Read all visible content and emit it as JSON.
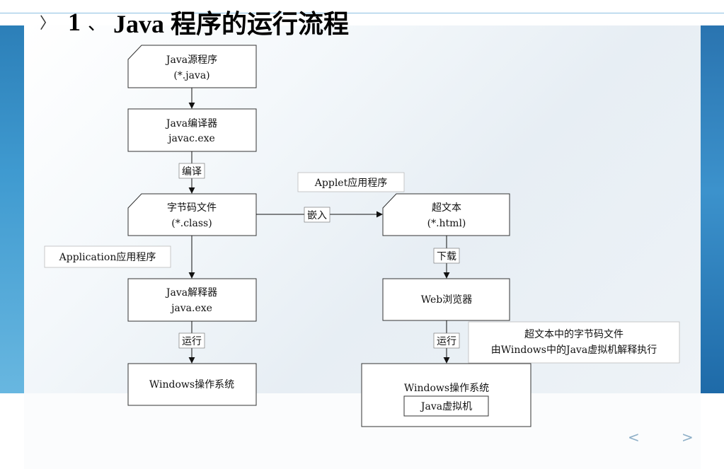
{
  "title": {
    "number": "1",
    "separator": "、",
    "text": "Java 程序的运行流程"
  },
  "nodes": {
    "source": {
      "line1": "Java源程序",
      "line2": "(*.java)"
    },
    "compiler": {
      "line1": "Java编译器",
      "line2": "javac.exe"
    },
    "bytecode": {
      "line1": "字节码文件",
      "line2": "(*.class)"
    },
    "interpreter": {
      "line1": "Java解释器",
      "line2": "java.exe"
    },
    "os_left": {
      "line1": "Windows操作系统"
    },
    "hypertext": {
      "line1": "超文本",
      "line2": "(*.html)"
    },
    "browser": {
      "line1": "Web浏览器"
    },
    "os_right": {
      "line1": "Windows操作系统",
      "inner": "Java虚拟机"
    }
  },
  "edge_labels": {
    "compile": "编译",
    "embed": "嵌入",
    "download": "下载",
    "run_left": "运行",
    "run_right": "运行"
  },
  "callouts": {
    "applet": "Applet应用程序",
    "application": "Application应用程序",
    "note_line1": "超文本中的字节码文件",
    "note_line2": "由Windows中的Java虚拟机解释执行"
  },
  "nav": {
    "prev": "<",
    "next": ">"
  }
}
